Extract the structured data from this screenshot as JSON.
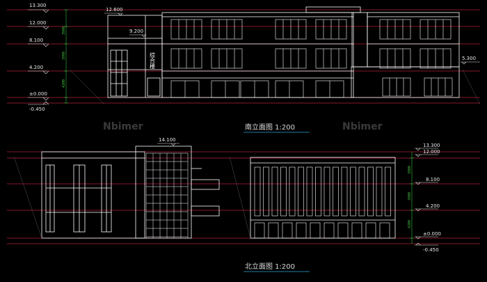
{
  "watermark": "Nbimer",
  "colors": {
    "background": "#000000",
    "level_line": "#b0203a",
    "building": "#ffffff",
    "title_underline": "#2aa8d8",
    "dimension": "#36c23a"
  },
  "south_elevation": {
    "title": "南立面图 1:200",
    "levels": [
      "13.300",
      "12.000",
      "8.100",
      "4.200",
      "±0.000",
      "-0.450"
    ],
    "extra_labels": [
      "12.600",
      "9.200",
      "5.300"
    ],
    "dimensions": [
      "3900",
      "3900",
      "4200"
    ],
    "sign_text": "综合楼"
  },
  "north_elevation": {
    "title": "北立面图 1:200",
    "levels": [
      "13.300",
      "12.000",
      "8.100",
      "4.200",
      "±0.000",
      "-0.450"
    ],
    "extra_labels": [
      "14.100"
    ],
    "dimensions": [
      "3900",
      "3900",
      "4200"
    ]
  }
}
